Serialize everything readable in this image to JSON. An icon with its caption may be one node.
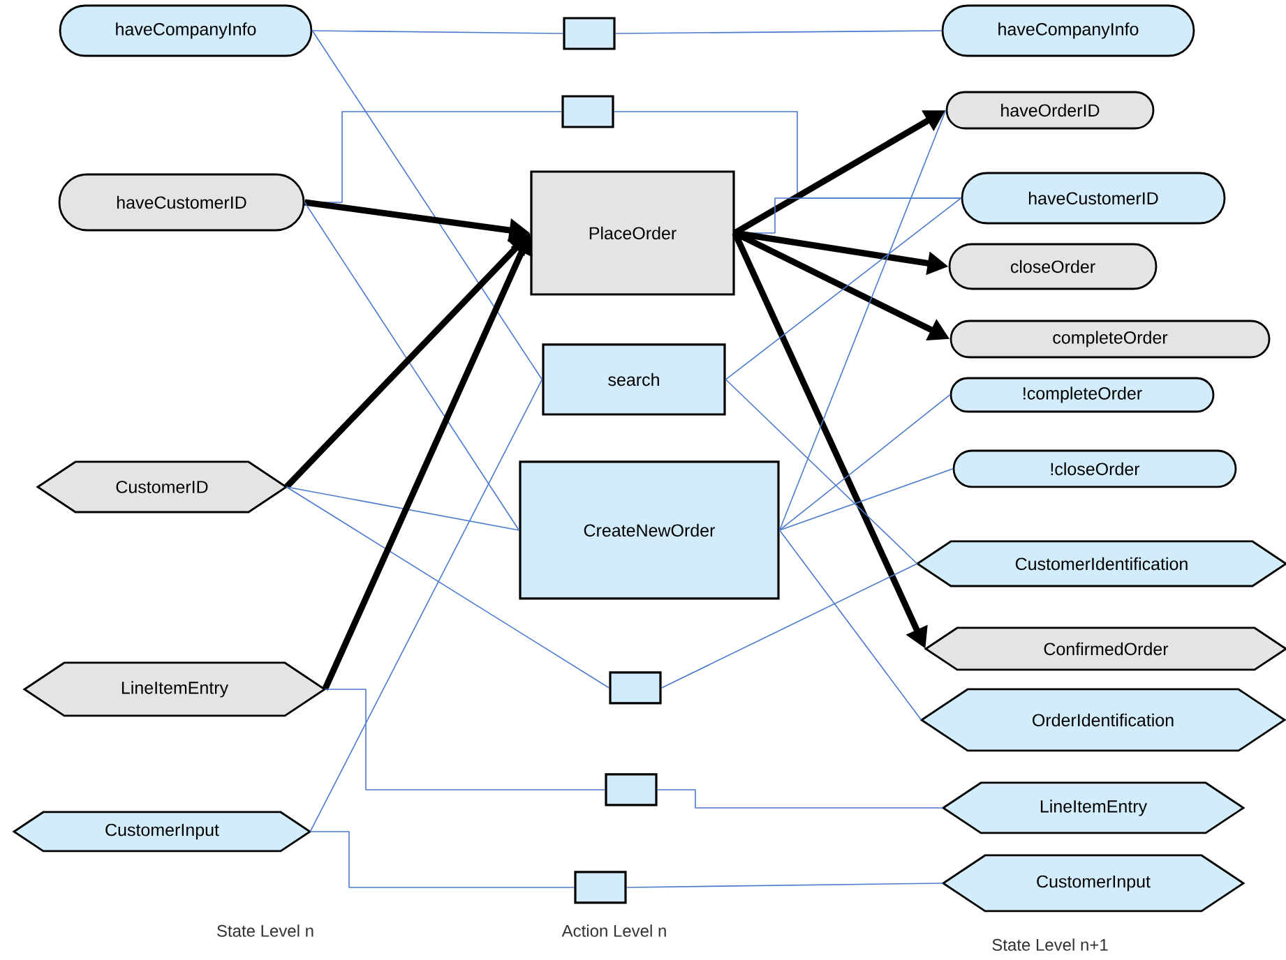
{
  "diagram": {
    "nodes": [
      {
        "text": [
          "haveCompanyInfo"
        ]
      },
      {
        "text": [
          "haveCustomerID"
        ]
      },
      {
        "text": [
          "CustomerID"
        ]
      },
      {
        "text": [
          "LineItemEntry"
        ]
      },
      {
        "text": [
          "CustomerInput"
        ]
      },
      {
        "text": [],
        "shape": "box"
      },
      {
        "text": [],
        "shape": "box"
      },
      {
        "text": [
          "PlaceOrder"
        ]
      },
      {
        "text": [
          "search"
        ]
      },
      {
        "text": [
          "CreateNewOrder"
        ]
      },
      {
        "text": [],
        "shape": "box"
      },
      {
        "text": [],
        "shape": "box"
      },
      {
        "text": [],
        "shape": "box"
      },
      {
        "text": [
          "haveCompanyInfo"
        ]
      },
      {
        "text": [
          "haveOrderID"
        ]
      },
      {
        "text": [
          "haveCustomerID"
        ]
      },
      {
        "text": [
          "closeOrder"
        ]
      },
      {
        "text": [
          "completeOrder"
        ]
      },
      {
        "text": [
          "!completeOrder"
        ]
      },
      {
        "text": [
          "!closeOrder"
        ]
      },
      {
        "text": [
          "CustomerIdentification"
        ]
      },
      {
        "text": [
          "ConfirmedOrder"
        ]
      },
      {
        "text": [
          "OrderIdentification"
        ]
      },
      {
        "text": [
          "LineItemEntry"
        ]
      },
      {
        "text": [
          "CustomerInput"
        ]
      }
    ],
    "edges": [
      {
        "from": 0,
        "to": 5,
        "arrow": "none"
      },
      {
        "from": 5,
        "to": 13,
        "arrow": "none"
      },
      {
        "from": 0,
        "to": 8,
        "arrow": "none"
      },
      {
        "from": 1,
        "to": 6,
        "arrow": "none"
      },
      {
        "from": 6,
        "to": 15,
        "arrow": "none"
      },
      {
        "from": 1,
        "to": 7,
        "arrow": "to",
        "style": "thick",
        "color": "#000000"
      },
      {
        "from": 1,
        "to": 9,
        "arrow": "none"
      },
      {
        "from": 2,
        "to": 7,
        "arrow": "to",
        "style": "thick",
        "color": "#000000"
      },
      {
        "from": 2,
        "to": 9,
        "arrow": "none"
      },
      {
        "from": 2,
        "to": 10,
        "arrow": "none"
      },
      {
        "from": 3,
        "to": 7,
        "arrow": "to",
        "style": "thick",
        "color": "#000000"
      },
      {
        "from": 3,
        "to": 11,
        "arrow": "none"
      },
      {
        "from": 11,
        "to": 23,
        "arrow": "none"
      },
      {
        "from": 4,
        "to": 8,
        "arrow": "none"
      },
      {
        "from": 4,
        "to": 12,
        "arrow": "none"
      },
      {
        "from": 12,
        "to": 24,
        "arrow": "none"
      },
      {
        "from": 7,
        "to": 14,
        "arrow": "to",
        "style": "thick",
        "color": "#000000"
      },
      {
        "from": 7,
        "to": 15,
        "arrow": "none"
      },
      {
        "from": 7,
        "to": 16,
        "arrow": "to",
        "style": "thick",
        "color": "#000000"
      },
      {
        "from": 7,
        "to": 17,
        "arrow": "to",
        "style": "thick",
        "color": "#000000"
      },
      {
        "from": 7,
        "to": 21,
        "arrow": "to",
        "style": "thick",
        "color": "#000000"
      },
      {
        "from": 8,
        "to": 15,
        "arrow": "none"
      },
      {
        "from": 8,
        "to": 20,
        "arrow": "none"
      },
      {
        "from": 9,
        "to": 14,
        "arrow": "none"
      },
      {
        "from": 9,
        "to": 18,
        "arrow": "none"
      },
      {
        "from": 9,
        "to": 19,
        "arrow": "none"
      },
      {
        "from": 9,
        "to": 22,
        "arrow": "none"
      },
      {
        "from": 10,
        "to": 20,
        "arrow": "none"
      }
    ],
    "labels": [
      "State Level n",
      "Action Level n",
      "State Level n+1"
    ]
  }
}
